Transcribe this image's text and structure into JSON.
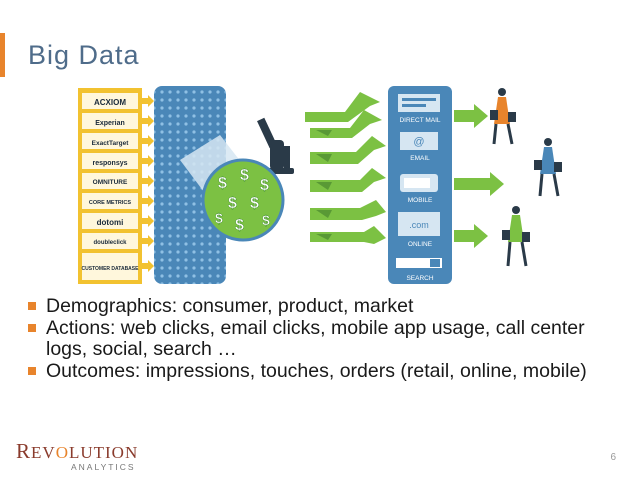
{
  "slide": {
    "title": "Big Data",
    "page_number": "6"
  },
  "figure": {
    "data_sources": [
      "ACXIOM",
      "Experian",
      "ExactTarget",
      "responsys",
      "OMNITURE",
      "CORE METRICS",
      "dotomi",
      "doubleclick",
      "CUSTOMER DATABASE"
    ],
    "channels": [
      "DIRECT MAIL",
      "EMAIL",
      "MOBILE",
      "ONLINE",
      "SEARCH"
    ],
    "email_symbol": "@",
    "online_text": ".com"
  },
  "bullets": [
    "Demographics: consumer, product, market",
    "Actions: web clicks, email clicks, mobile app usage, call center logs, social, search …",
    "Outcomes: impressions, touches, orders (retail, online, mobile)"
  ],
  "logo": {
    "word_a": "R",
    "word_b": "EV",
    "word_c": "O",
    "word_d": "LUTION",
    "sub": "ANALYTICS"
  },
  "colors": {
    "accent": "#e8842c",
    "title": "#4f6c8a",
    "panel_blue": "#4a87b8",
    "source_yellow": "#f2c230",
    "green": "#7cc143"
  }
}
